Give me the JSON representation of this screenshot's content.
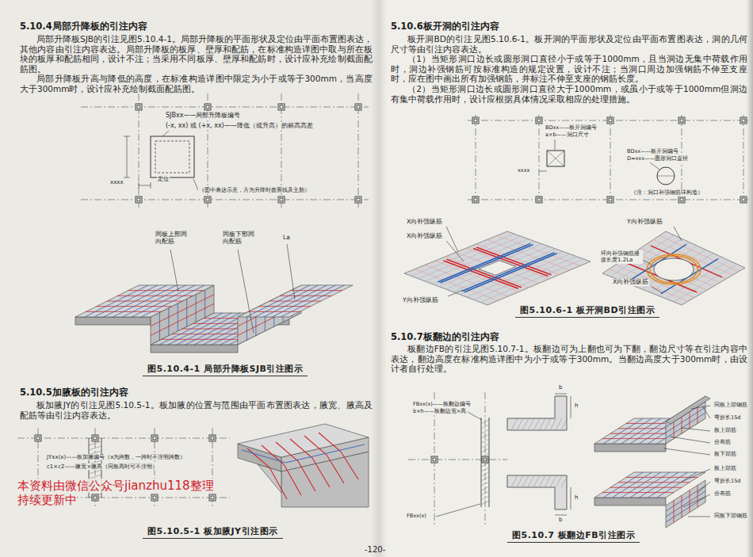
{
  "diagram": {
    "labels": [
      "5.10.4局部升降板的引注内容",
      "局部升降板SJB的引注见图5.10.4-1。局部升降板的平面形状及定位由平面布置图表达，其他内容由引注内容表达。局部升降板的板厚、壁厚和配筋，在标准构造详图中取与所在板块的板厚和配筋相同，设计不注；当采用不同板厚、壁厚和配筋时，设计应补充绘制截面配筋图。",
      "局部升降板升高与降低的高度，在标准构造详图中限定为小于或等于300mm，当高度大于300mm时，设计应补充绘制截面配筋图。",
      "SJBxx——局部升降板编号",
      "(-x, xx) 或 (+x, xx)——降低（或升高）的标高高差",
      "xxxx",
      "定位",
      "（图中表达示意，方为升降时盘面线及主肋）",
      "同板上部同向配筋",
      "同板下部同向配筋",
      "La",
      "图5.10.4-1  局部升降板SJB引注图示",
      "5.10.5加腋板的引注内容",
      "板加腋JY的引注见图5.10.5-1。板加腋的位置与范围由平面布置图表达，腋宽、腋高及配筋等由引注内容表达。",
      "JYxx(x)——板加腋编号（x为跨数，一跨时不注明跨数）",
      "c1×c2——腋宽×腋高（同板高时可不注明）",
      "图5.10.5-1  板加腋JY引注图示",
      "本资料由微信公众号jianzhu118整理",
      "持续更新中",
      "5.10.6板开洞的引注内容",
      "板开洞BD的引注见图5.10.6-1。板开洞的平面形状及定位由平面布置图表达，洞的几何尺寸等由引注内容表达。",
      "（1）当矩形洞口边长或圆形洞口直径小于或等于1000mm，且当洞边无集中荷载作用时，洞边补强钢筋可按标准构造的规定设置，设计不注；当洞口周边加强钢筋不伸至支座时，应在图中画出所有加强钢筋，并标注不伸至支座的钢筋长度。",
      "（2）当矩形洞口边长或圆形洞口直径大于1000mm，或虽小于或等于1000mm但洞边有集中荷载作用时，设计应根据具体情况采取相应的处理措施。",
      "BDxx——板开洞编号",
      "a×b——洞口尺寸",
      "xxxx",
      "BDxx——板开洞编号",
      "D=xxx——圆形洞口直径",
      "（注：洞口补强钢筋详构造）",
      "X向补强纵筋",
      "X向补强纵筋",
      "Y向补强纵筋",
      "Y向补强纵筋",
      "环向补强钢筋搭接长度1.2La",
      "X向补强纵筋",
      "图5.10.6-1  板开洞BD引注图示",
      "5.10.7板翻边的引注内容",
      "板翻边FB的引注见图5.10.7-1。板翻边可为上翻也可为下翻，翻边尺寸等在引注内容中表达，翻边高度在标准构造详图中为小于或等于300mm。当翻边高度大于300mm时，由设计者自行处理。",
      "FBxx(x)——板翻边编号",
      "b×h——板翻边宽×高",
      "FBxx(x)",
      "b",
      "h",
      "b",
      "h",
      "同板上部钢筋",
      "弯折长15d",
      "板上部筋",
      "分布筋",
      "板下部筋",
      "板上部筋",
      "弯折长15d",
      "分布筋",
      "同板下部钢筋",
      "图5.10.7  板翻边FB引注图示",
      "-120-"
    ]
  }
}
